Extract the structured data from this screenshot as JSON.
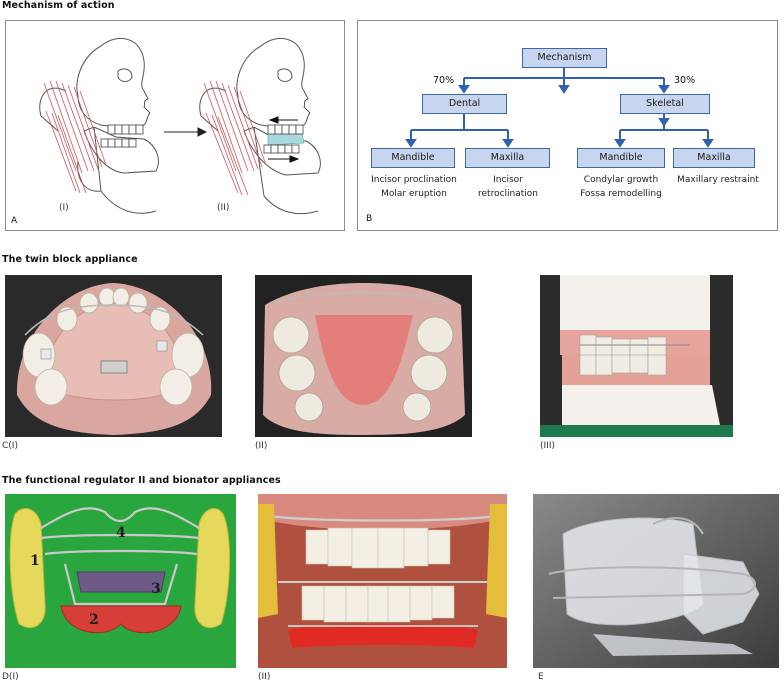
{
  "sections": {
    "mechanism": "Mechanism of action",
    "twin_block": "The twin block appliance",
    "functional": "The functional regulator II and bionator appliances"
  },
  "panel_a": {
    "letter": "A",
    "stage1": "(I)",
    "stage2": "(II)"
  },
  "panel_b": {
    "letter": "B",
    "root": "Mechanism",
    "left_pct": "70%",
    "right_pct": "30%",
    "dental": "Dental",
    "skeletal": "Skeletal",
    "leaves": [
      {
        "label": "Mandible",
        "desc1": "Incisor proclination",
        "desc2": "Molar eruption"
      },
      {
        "label": "Maxilla",
        "desc1": "Incisor",
        "desc2": "retroclination"
      },
      {
        "label": "Mandible",
        "desc1": "Condylar growth",
        "desc2": "Fossa remodelling"
      },
      {
        "label": "Maxilla",
        "desc1": "Maxillary restraint",
        "desc2": ""
      }
    ],
    "colors": {
      "box_fill": "#c7d5ee",
      "line": "#2f62b0"
    }
  },
  "twin_block": {
    "c1": "C(I)",
    "c2": "(II)",
    "c3": "(III)"
  },
  "functional": {
    "d1": "D(I)",
    "d2": "(II)",
    "e": "E",
    "numbers": [
      "1",
      "2",
      "3",
      "4"
    ]
  }
}
